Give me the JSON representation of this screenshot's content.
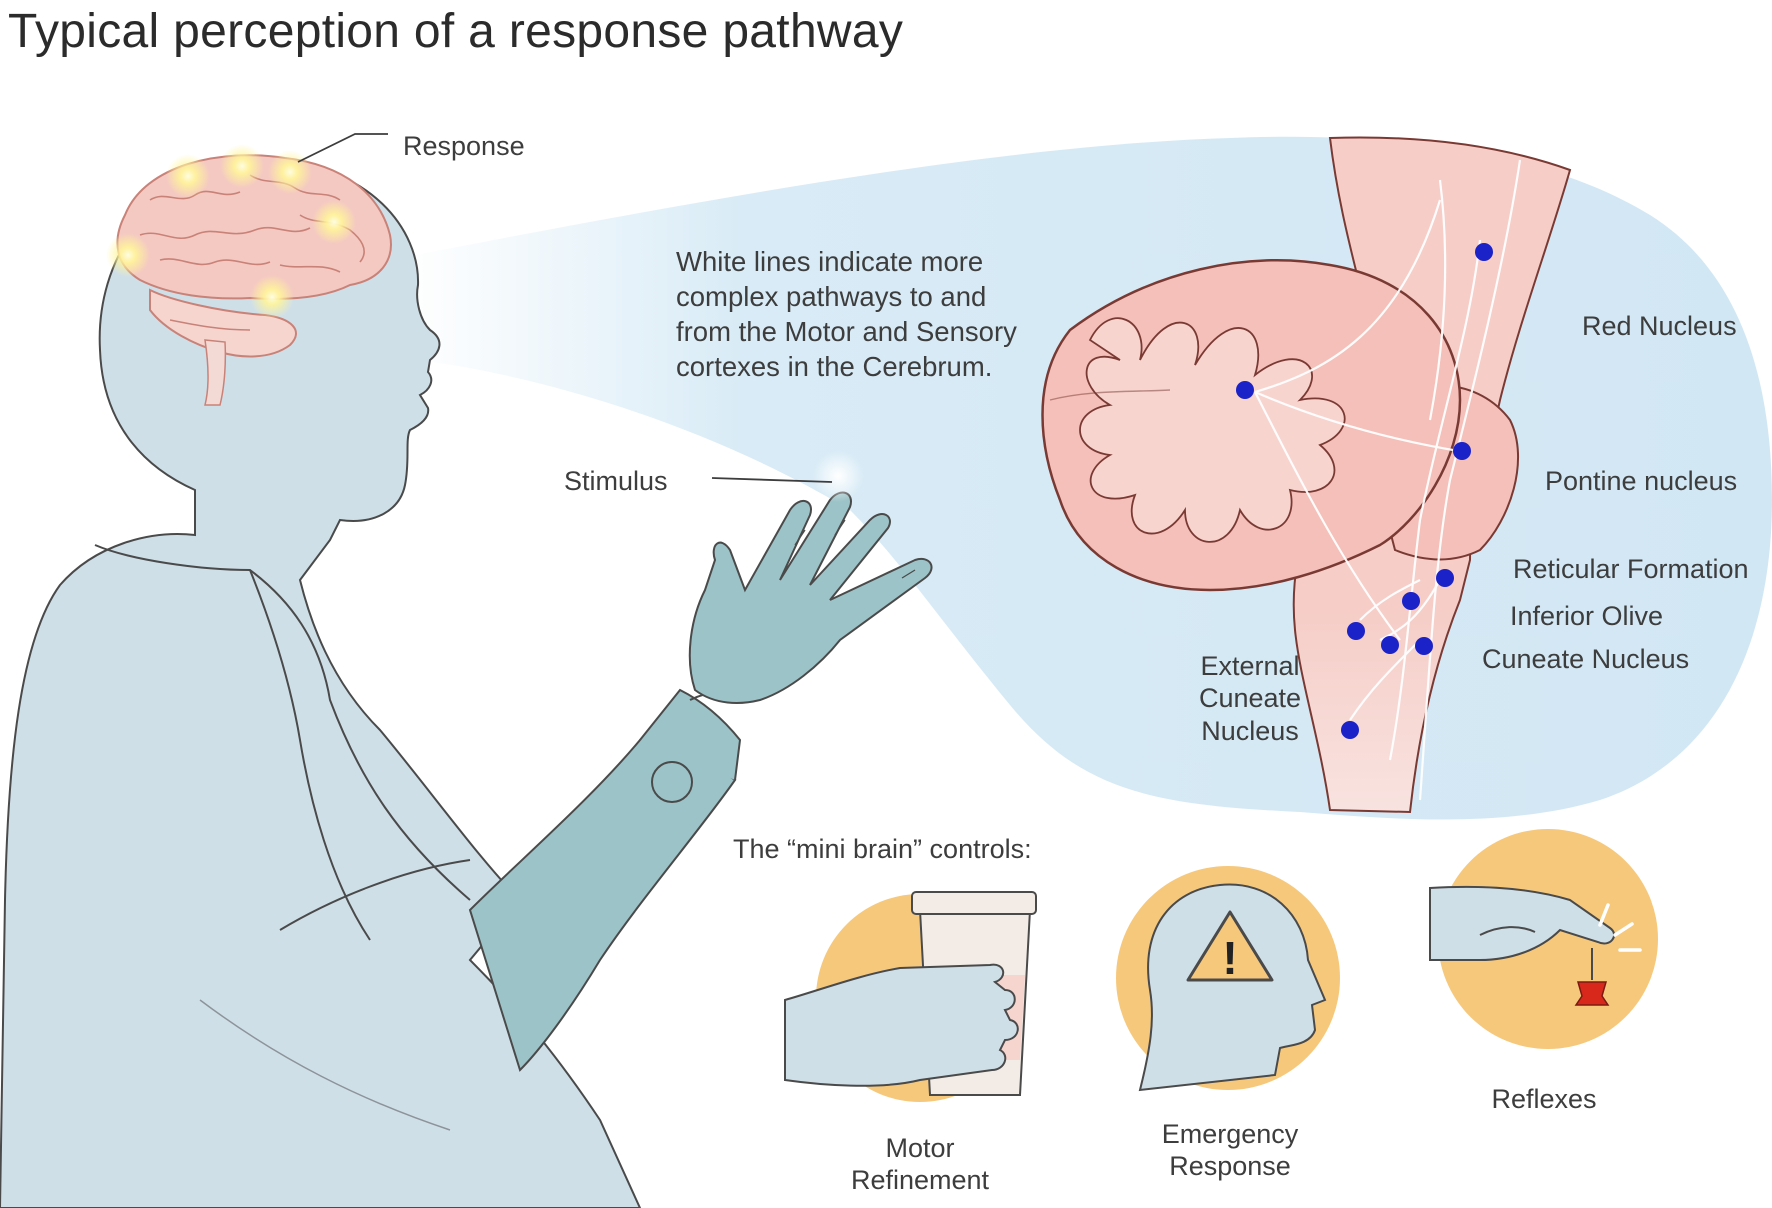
{
  "title": "Typical perception of a response pathway",
  "labels": {
    "response": "Response",
    "stimulus": "Stimulus"
  },
  "note_lines": [
    "White lines indicate more",
    "complex pathways to and",
    "from the Motor and Sensory",
    "cortexes in the Cerebrum."
  ],
  "nuclei": {
    "red_nucleus": "Red Nucleus",
    "pontine_nucleus": "Pontine nucleus",
    "reticular_formation": "Reticular Formation",
    "inferior_olive": "Inferior Olive",
    "cuneate_nucleus": "Cuneate Nucleus",
    "external_cuneate_lines": [
      "External",
      "Cuneate",
      "Nucleus"
    ]
  },
  "mini_brain": {
    "heading": "The “mini brain” controls:",
    "items": [
      {
        "lines": [
          "Motor",
          "Refinement"
        ],
        "icon": "coffee-cup-hand-icon"
      },
      {
        "lines": [
          "Emergency",
          "Response"
        ],
        "icon": "warning-head-icon"
      },
      {
        "lines": [
          "Reflexes"
        ],
        "icon": "pin-hand-icon"
      }
    ]
  },
  "colors": {
    "body": "#cfdfe8",
    "body_outline": "#4a4a4a",
    "arm": "#9cc3c8",
    "brain": "#f4c9c2",
    "brainstem": "#f6cdc7",
    "callout": "#d5e9f5",
    "nucleus_dot": "#1a22c8",
    "icon_circle": "#f6c87c",
    "pin": "#d8281c"
  }
}
